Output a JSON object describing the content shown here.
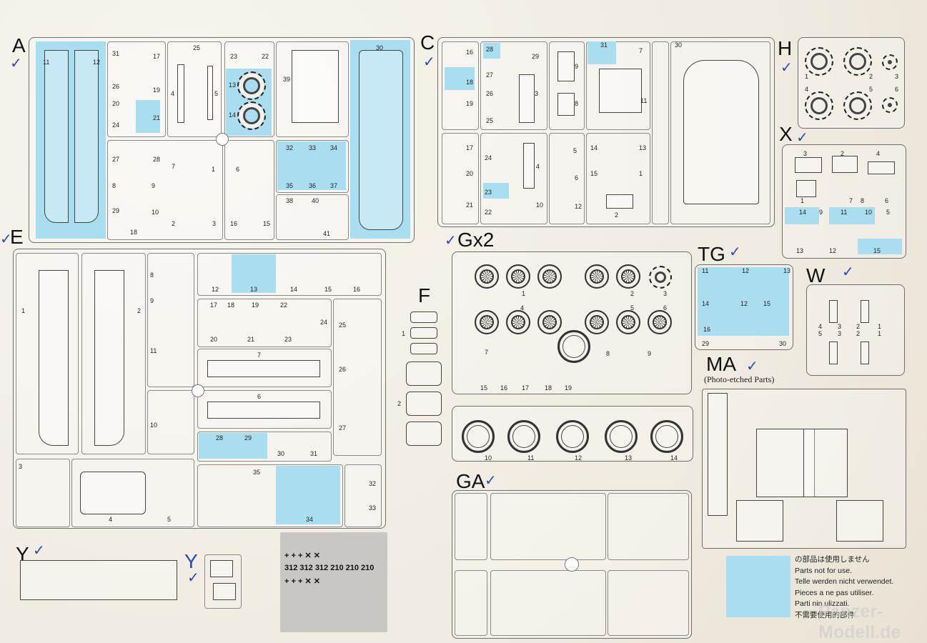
{
  "sheet_letters": {
    "A": "A",
    "C": "C",
    "H": "H",
    "X": "X",
    "E": "E",
    "Gx2": "Gx2",
    "F": "F",
    "TG": "TG",
    "W": "W",
    "MA": "MA",
    "GA": "GA",
    "Y1": "Y",
    "Y2": "Y"
  },
  "checks": {
    "mark": "✓"
  },
  "ma_subtitle": "(Photo-etched Parts)",
  "legend": {
    "lines": [
      "の部品は使用しません",
      "Parts not for use.",
      "Telle werden nicht verwendet.",
      "Pieces a ne pas utiliser.",
      "Parti nin ulizzati.",
      "不需要使用的部件"
    ],
    "color": "#a9def0"
  },
  "watermark": "Panzer-Modell.de",
  "decals": {
    "row1": "+ + + ✕ ✕",
    "row2": "312 312 312 210 210 210",
    "row3": "+ + + ✕ ✕"
  },
  "part_numbers": {
    "A": [
      "11",
      "12",
      "31",
      "17",
      "25",
      "4",
      "5",
      "23",
      "22",
      "13",
      "14",
      "39",
      "30",
      "26",
      "19",
      "20",
      "21",
      "24",
      "27",
      "28",
      "8",
      "9",
      "29",
      "10",
      "18",
      "7",
      "1",
      "6",
      "32",
      "33",
      "34",
      "35",
      "36",
      "37",
      "38",
      "40",
      "41",
      "2",
      "3",
      "16",
      "15"
    ],
    "C": [
      "16",
      "28",
      "29",
      "18",
      "27",
      "26",
      "25",
      "19",
      "9",
      "8",
      "3",
      "31",
      "7",
      "11",
      "30",
      "17",
      "20",
      "21",
      "24",
      "23",
      "22",
      "10",
      "5",
      "6",
      "12",
      "14",
      "13",
      "15",
      "1",
      "2",
      "4"
    ],
    "H": [
      "1",
      "2",
      "3",
      "4",
      "5",
      "6"
    ],
    "X": [
      "3",
      "2",
      "4",
      "1",
      "7",
      "8",
      "6",
      "14",
      "9",
      "11",
      "10",
      "5",
      "13",
      "12",
      "15"
    ],
    "E": [
      "1",
      "2",
      "8",
      "9",
      "11",
      "10",
      "12",
      "13",
      "14",
      "15",
      "16",
      "17",
      "18",
      "19",
      "22",
      "24",
      "20",
      "21",
      "23",
      "7",
      "6",
      "25",
      "26",
      "27",
      "28",
      "29",
      "30",
      "31",
      "3",
      "4",
      "5",
      "35",
      "34",
      "32",
      "33"
    ],
    "G": [
      "1",
      "2",
      "3",
      "4",
      "5",
      "6",
      "7",
      "8",
      "9",
      "15",
      "16",
      "17",
      "18",
      "19",
      "10",
      "11",
      "12",
      "13",
      "14"
    ],
    "F": [
      "1",
      "2"
    ],
    "TG": [
      "11",
      "12",
      "13",
      "14",
      "12",
      "15",
      "16",
      "29",
      "30"
    ],
    "W": [
      "4",
      "3",
      "2",
      "1",
      "5",
      "3",
      "2",
      "1"
    ]
  }
}
